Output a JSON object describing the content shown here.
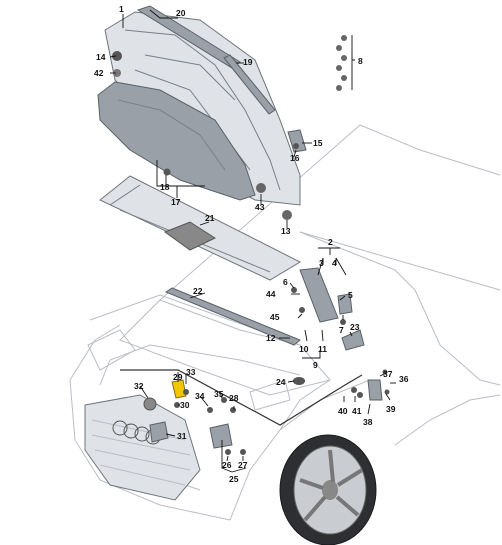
{
  "colors": {
    "highlight": "#f2c500",
    "line": "#111111",
    "part": "#dfe2e6"
  },
  "callouts": [
    {
      "id": "1",
      "label": "1"
    },
    {
      "id": "20",
      "label": "20"
    },
    {
      "id": "14",
      "label": "14"
    },
    {
      "id": "42",
      "label": "42"
    },
    {
      "id": "19",
      "label": "19"
    },
    {
      "id": "8",
      "label": "8"
    },
    {
      "id": "15",
      "label": "15"
    },
    {
      "id": "16",
      "label": "16"
    },
    {
      "id": "18",
      "label": "18"
    },
    {
      "id": "17",
      "label": "17"
    },
    {
      "id": "43",
      "label": "43"
    },
    {
      "id": "13",
      "label": "13"
    },
    {
      "id": "21",
      "label": "21"
    },
    {
      "id": "2",
      "label": "2"
    },
    {
      "id": "3",
      "label": "3"
    },
    {
      "id": "4",
      "label": "4"
    },
    {
      "id": "6",
      "label": "6"
    },
    {
      "id": "44",
      "label": "44"
    },
    {
      "id": "5",
      "label": "5"
    },
    {
      "id": "22",
      "label": "22"
    },
    {
      "id": "45",
      "label": "45"
    },
    {
      "id": "7",
      "label": "7"
    },
    {
      "id": "23",
      "label": "23"
    },
    {
      "id": "12",
      "label": "12"
    },
    {
      "id": "10",
      "label": "10"
    },
    {
      "id": "11",
      "label": "11"
    },
    {
      "id": "9",
      "label": "9"
    },
    {
      "id": "29",
      "label": "29"
    },
    {
      "id": "33",
      "label": "33"
    },
    {
      "id": "24",
      "label": "24"
    },
    {
      "id": "37",
      "label": "37"
    },
    {
      "id": "36",
      "label": "36"
    },
    {
      "id": "32",
      "label": "32"
    },
    {
      "id": "35",
      "label": "35"
    },
    {
      "id": "34",
      "label": "34"
    },
    {
      "id": "28",
      "label": "28"
    },
    {
      "id": "30",
      "label": "30"
    },
    {
      "id": "40",
      "label": "40"
    },
    {
      "id": "41",
      "label": "41"
    },
    {
      "id": "39",
      "label": "39"
    },
    {
      "id": "38",
      "label": "38"
    },
    {
      "id": "31",
      "label": "31"
    },
    {
      "id": "26",
      "label": "26"
    },
    {
      "id": "27",
      "label": "27"
    },
    {
      "id": "25",
      "label": "25"
    }
  ]
}
